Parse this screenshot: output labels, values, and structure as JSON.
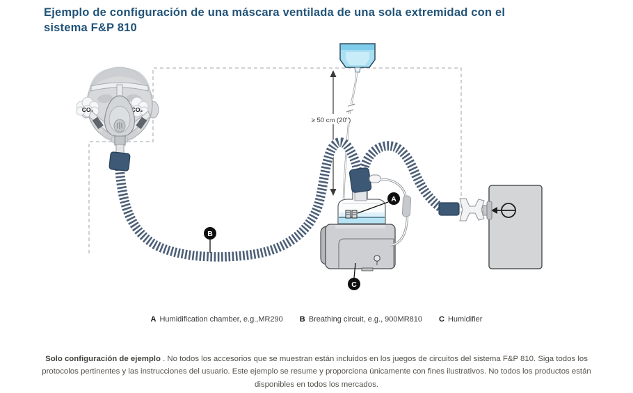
{
  "title": {
    "text": "Ejemplo de configuración de una máscara ventilada de una sola extremidad con el sistema F&P 810"
  },
  "diagram": {
    "co2_left": "CO₂",
    "co2_right": "CO₂",
    "measurement": "≥ 50 cm (20\")",
    "labels": {
      "a": "A",
      "b": "B",
      "c": "C"
    }
  },
  "legend": {
    "items": [
      {
        "key": "A",
        "text": "Humidification chamber, e.g.,MR290"
      },
      {
        "key": "B",
        "text": "Breathing circuit, e.g., 900MR810"
      },
      {
        "key": "C",
        "text": "Humidifier"
      }
    ]
  },
  "footnote": {
    "bold": "Solo configuración de ejemplo",
    "rest": " . No todos los accesorios que se muestran están incluidos en los juegos de circuitos del sistema F&P 810. Siga todos los protocolos pertinentes y las instrucciones del usuario. Este ejemplo se resume y proporciona únicamente con fines ilustrativos. No todos los productos están disponibles en todos los mercados."
  },
  "colors": {
    "title_blue": "#215378",
    "connector_navy": "#3d5975",
    "tube_stripe": "#4c5f76",
    "water_bag": "#a9def3",
    "chamber_water": "#b7e4f5",
    "device_gray": "#cdcfd2",
    "dashed_line": "#b4b7ba",
    "label_black": "#0f0f0f",
    "footnote_gray": "#54514b"
  }
}
